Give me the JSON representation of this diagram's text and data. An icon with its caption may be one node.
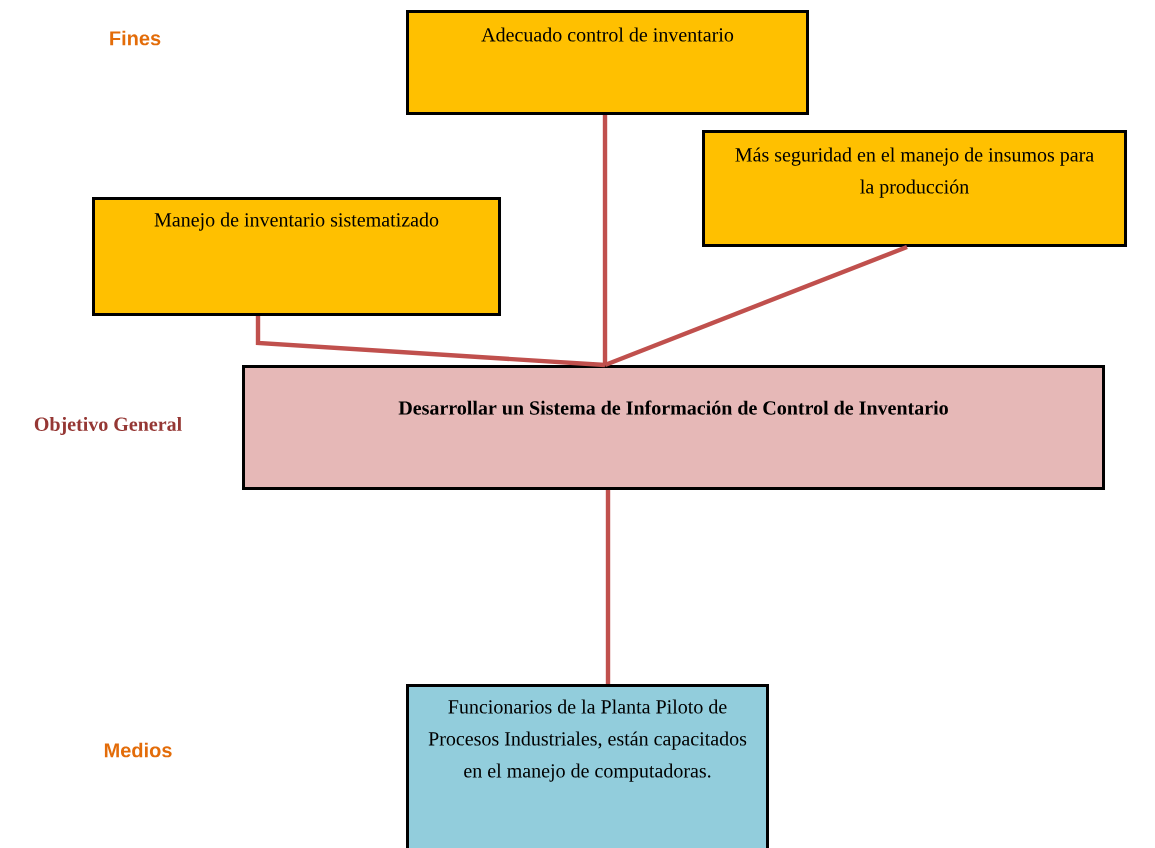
{
  "diagram": {
    "nodes": [
      {
        "text": [
          "Adecuado control de inventario"
        ]
      },
      {
        "text": [
          "Más seguridad en el manejo de insumos para la producción"
        ]
      },
      {
        "text": [
          "Manejo de inventario sistematizado"
        ]
      },
      {
        "text": [
          "Desarrollar un Sistema de Información de Control de Inventario"
        ]
      },
      {
        "text": [
          "Funcionarios de la Planta Piloto de Procesos Industriales, están capacitados en el manejo de computadoras."
        ]
      }
    ],
    "edges": [
      {
        "from": 3,
        "to": 0,
        "arrow": "none"
      },
      {
        "from": 3,
        "to": 1,
        "arrow": "none"
      },
      {
        "from": 3,
        "to": 2,
        "arrow": "none"
      },
      {
        "from": 3,
        "to": 4,
        "arrow": "none"
      }
    ],
    "labels": [
      "Fines",
      "Objetivo General",
      "Medios"
    ]
  }
}
